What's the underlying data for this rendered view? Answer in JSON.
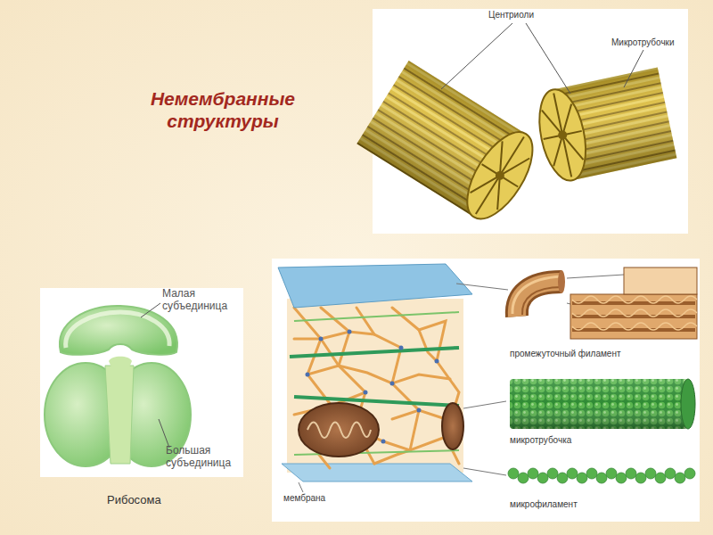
{
  "diagram": {
    "title": "Немембранные структуры",
    "labels": [
      "Центриоли",
      "Микротрубочки",
      "Малая субъединица",
      "Большая субъединица",
      "Рибосома",
      "промежуточный филамент",
      "микротрубочка",
      "микрофиламент",
      "мембрана"
    ]
  }
}
